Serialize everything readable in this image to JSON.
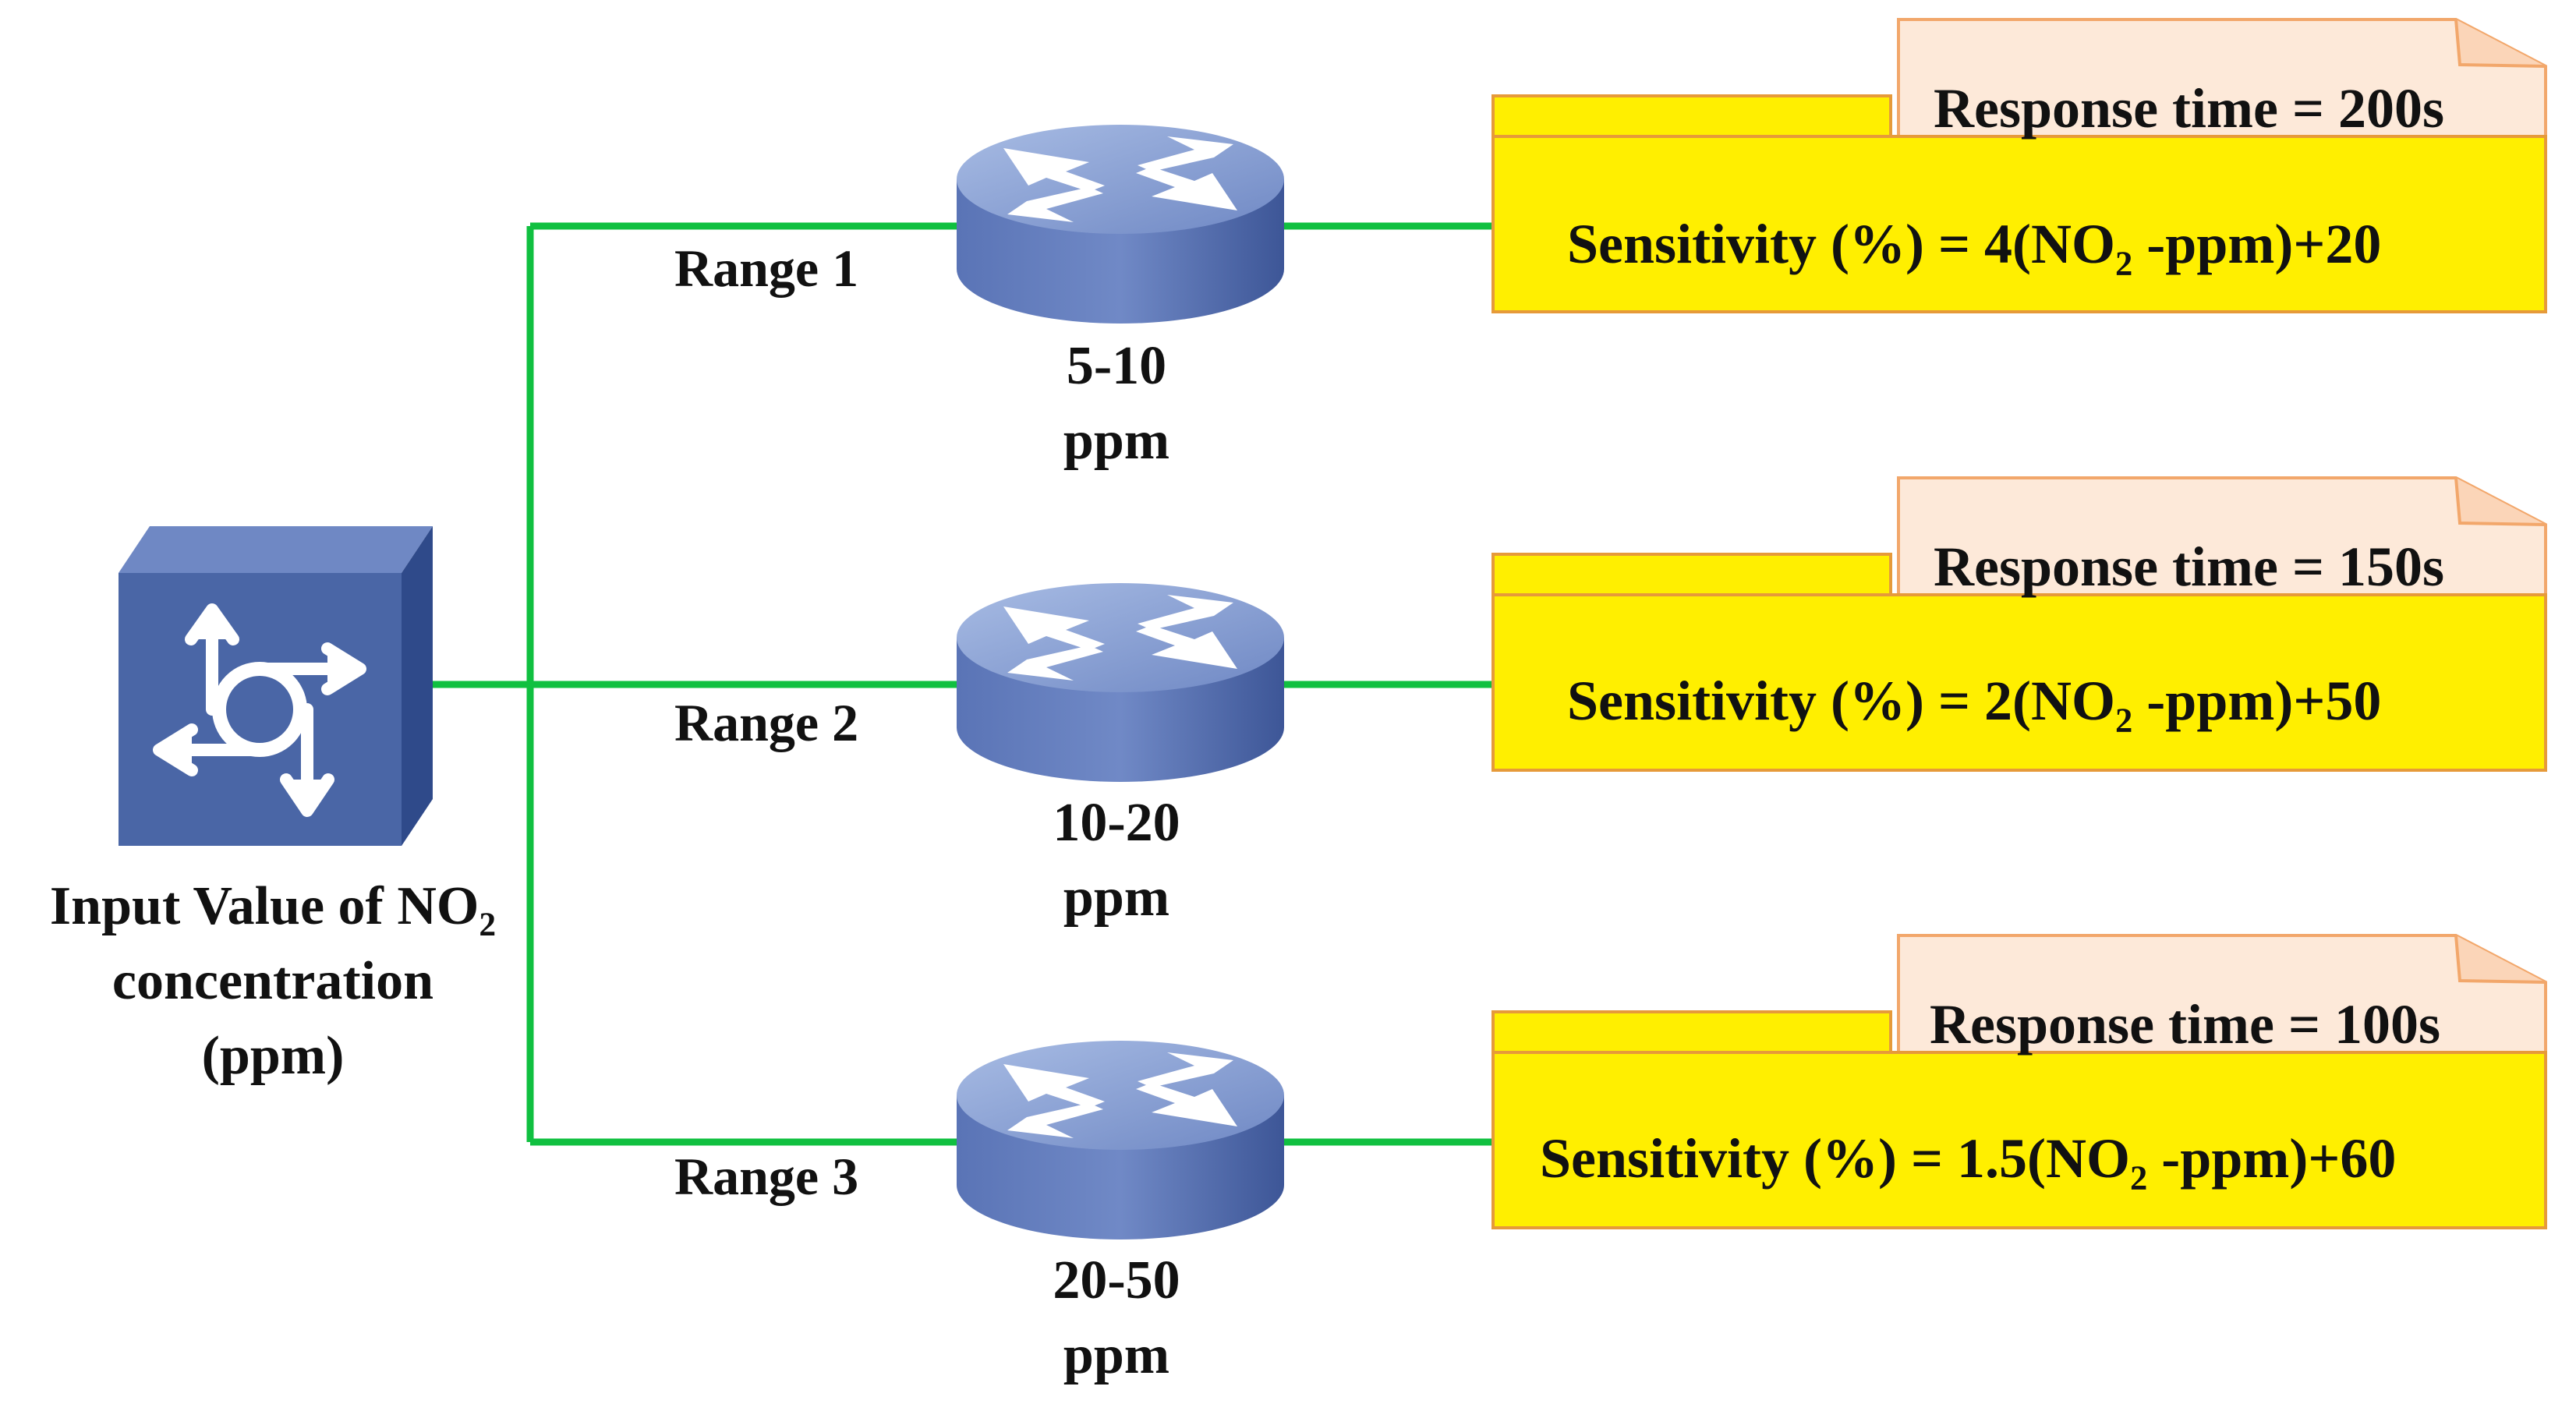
{
  "input": {
    "line1_prefix": "Input Value of NO",
    "line1_sub": "2",
    "line2": "concentration",
    "line3": "(ppm)",
    "icon": "switch-cube-icon"
  },
  "ranges": [
    {
      "label": "Range 1",
      "span": "5-10",
      "unit": "ppm",
      "response": "Response time = 200s",
      "sensitivity_prefix": "Sensitivity (%) = 4(NO",
      "sensitivity_sub": "2",
      "sensitivity_suffix": " -ppm)+20",
      "icon": "router-icon"
    },
    {
      "label": "Range 2",
      "span": "10-20",
      "unit": "ppm",
      "response": "Response time = 150s",
      "sensitivity_prefix": "Sensitivity (%) = 2(NO",
      "sensitivity_sub": "2",
      "sensitivity_suffix": " -ppm)+50",
      "icon": "router-icon"
    },
    {
      "label": "Range 3",
      "span": "20-50",
      "unit": "ppm",
      "response": "Response time = 100s",
      "sensitivity_prefix": "Sensitivity (%) = 1.5(NO",
      "sensitivity_sub": "2",
      "sensitivity_suffix": " -ppm)+60",
      "icon": "router-icon"
    }
  ],
  "colors": {
    "connector": "#10c040",
    "router_top": "#8aa2d2",
    "router_side": "#4d66a8",
    "cube_front": "#4a66a6",
    "cube_top": "#6f88c4",
    "cube_side": "#2f4a8a",
    "note_fill": "#fde9d9",
    "note_border": "#f2a76b",
    "folder_fill": "#ffef00",
    "folder_border": "#e69a3a"
  }
}
